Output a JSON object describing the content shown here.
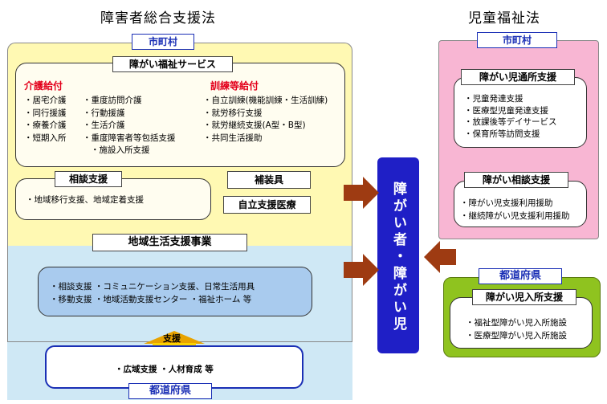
{
  "titles": {
    "left": "障害者総合支援法",
    "right": "児童福祉法"
  },
  "municipality": {
    "left": "市町村",
    "right": "市町村"
  },
  "prefecture": {
    "bottom": "都道府県",
    "right": "都道府県"
  },
  "welfare": {
    "title": "障がい福祉サービス",
    "care": {
      "heading": "介護給付",
      "col1": [
        "・居宅介護",
        "・同行援護",
        "・療養介護",
        "・短期入所"
      ],
      "col2": [
        "・重度訪問介護",
        "・行動援護",
        "・生活介護",
        "・重度障害者等包括支援",
        "・施設入所支援"
      ]
    },
    "training": {
      "heading": "訓練等給付",
      "items": [
        "・自立訓練(機能訓練・生活訓練)",
        "・就労移行支援",
        "・就労継続支援(A型・B型)",
        "・共同生活援助"
      ]
    }
  },
  "consult": {
    "title": "相談支援",
    "items": [
      "・地域移行支援、地域定着支援"
    ]
  },
  "assistive": "補装具",
  "medical": "自立支援医療",
  "community": {
    "title": "地域生活支援事業",
    "items": [
      "・相談支援 ・コミュニケーション支援、日常生活用具",
      "・移動支援 ・地域活動支援センター ・福祉ホーム 等"
    ]
  },
  "support": "支援",
  "pref_items": "・広域支援 ・人材育成 等",
  "center": "障がい者・障がい児",
  "child": {
    "day": {
      "title": "障がい児通所支援",
      "items": [
        "・児童発達支援",
        "・医療型児童発達支援",
        "・放課後等デイサービス",
        "・保育所等訪問支援"
      ]
    },
    "consult": {
      "title": "障がい相談支援",
      "items": [
        "・障がい児支援利用援助",
        "・継続障がい児支援利用援助"
      ]
    },
    "residential": {
      "title": "障がい児入所支援",
      "items": [
        "・福祉型障がい児入所施設",
        "・医療型障がい児入所施設"
      ]
    }
  }
}
